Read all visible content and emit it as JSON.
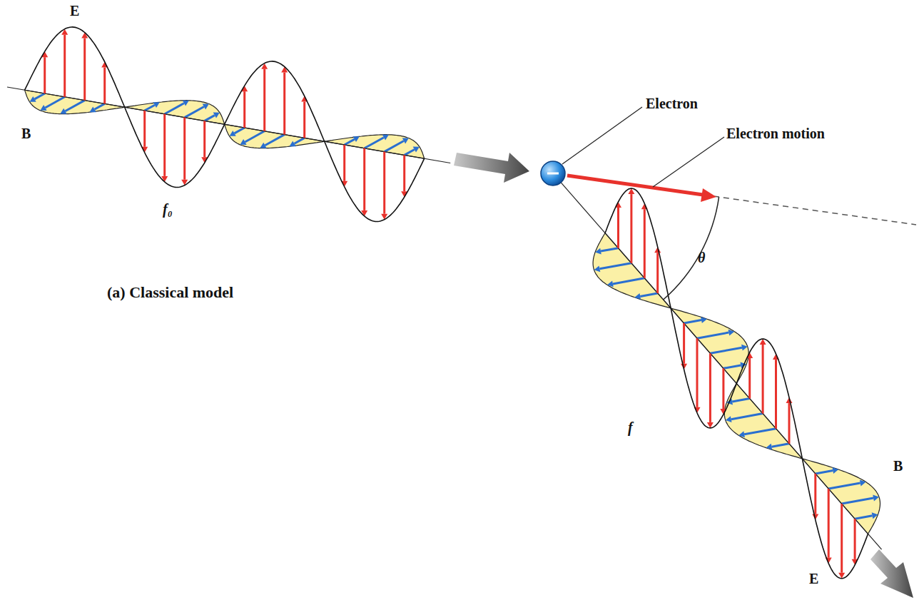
{
  "diagram": {
    "labels": [
      "E",
      "B",
      "f₀",
      "(a) Classical model",
      "Electron",
      "Electron motion",
      "θ",
      "f",
      "B",
      "E"
    ]
  }
}
